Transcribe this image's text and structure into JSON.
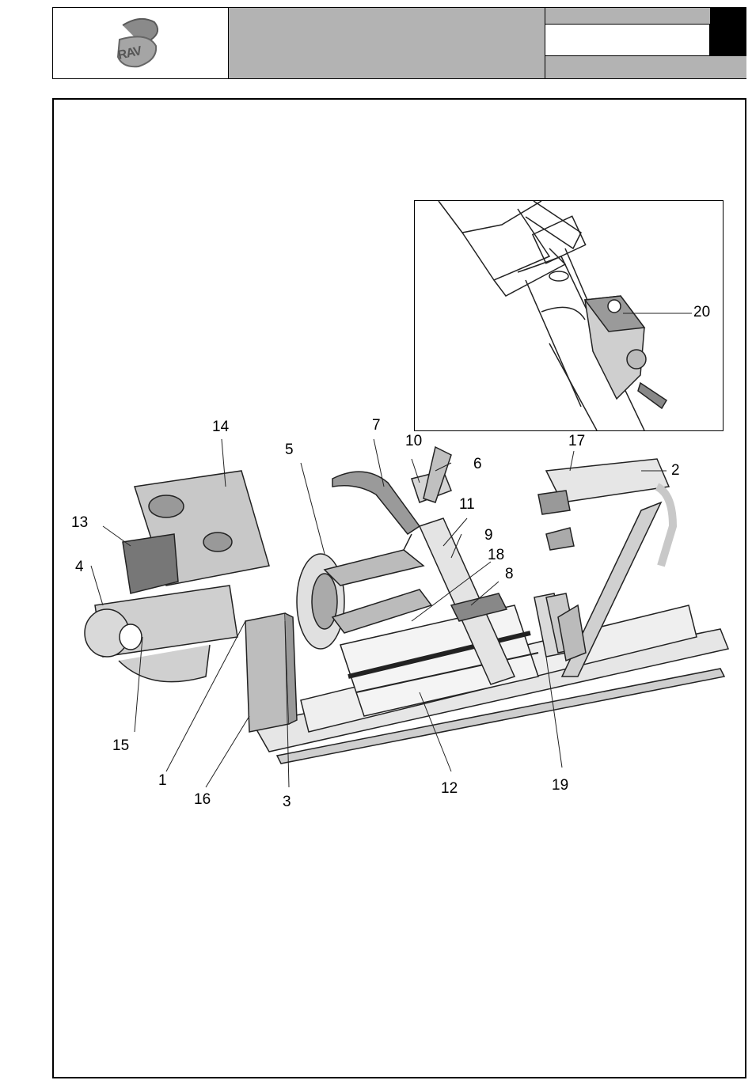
{
  "header": {
    "logo_text": "RAV"
  },
  "figure": {
    "inset_callout": "20",
    "callouts": [
      "1",
      "2",
      "3",
      "4",
      "5",
      "6",
      "7",
      "8",
      "9",
      "10",
      "11",
      "12",
      "13",
      "14",
      "15",
      "16",
      "17",
      "18",
      "19"
    ]
  }
}
